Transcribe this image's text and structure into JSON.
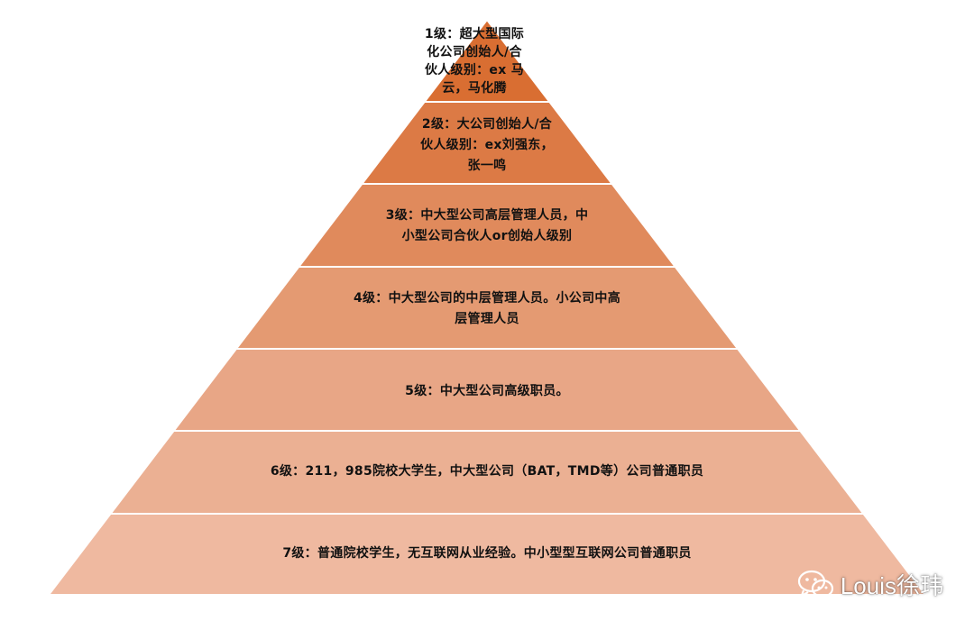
{
  "pyramid": {
    "levels": [
      {
        "text": "1级：超大型国际\n化公司创始人/合\n伙人级别：ex 马\n云，马化腾",
        "color": "#d96e32"
      },
      {
        "text": "2级：大公司创始人/合\n伙人级别：ex刘强东，\n张一鸣",
        "color": "#dc7a45"
      },
      {
        "text": "3级：中大型公司高层管理人员，中\n小型公司合伙人or创始人级别",
        "color": "#e08a5c"
      },
      {
        "text": "4级：中大型公司的中层管理人员。小公司中高\n层管理人员",
        "color": "#e49a72"
      },
      {
        "text": "5级：中大型公司高级职员。",
        "color": "#e8a686"
      },
      {
        "text": "6级：211，985院校大学生，中大型公司（BAT，TMD等）公司普通职员",
        "color": "#ebb093"
      },
      {
        "text": "7级：普通院校学生，无互联网从业经验。中小型型互联网公司普通职员",
        "color": "#efb9a0"
      }
    ]
  },
  "watermark": {
    "text": "Louis徐玮",
    "icon": "wechat-icon"
  }
}
